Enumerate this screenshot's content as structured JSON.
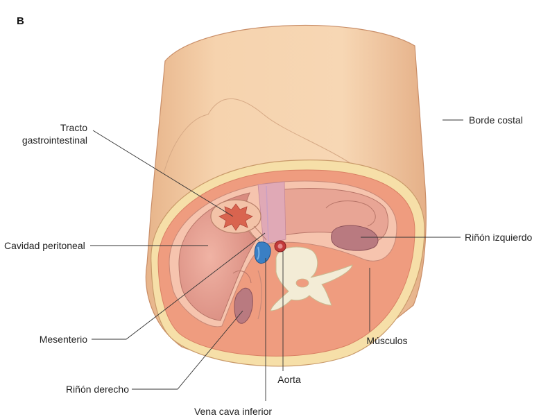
{
  "panel_label": "B",
  "labels": {
    "tracto_line1": "Tracto",
    "tracto_line2": "gastrointestinal",
    "cavidad": "Cavidad peritoneal",
    "mesenterio": "Mesenterio",
    "rinon_derecho": "Riñón derecho",
    "vena_cava": "Vena cava inferior",
    "aorta": "Aorta",
    "musculos": "Músculos",
    "rinon_izquierdo": "Riñón izquierdo",
    "borde_costal": "Borde costal"
  },
  "colors": {
    "skin": "#f3c9a0",
    "skin_dark": "#e3ad80",
    "fat": "#f6dfa8",
    "muscle": "#ef9c7f",
    "peritoneal_wall": "#f6c4ae",
    "cavity": "#e7a295",
    "kidney": "#b97a80",
    "bone": "#f3ecd6",
    "aorta": "#c23a3a",
    "vena_cava": "#3a7fc4",
    "gut_lumen": "#d9644f"
  }
}
